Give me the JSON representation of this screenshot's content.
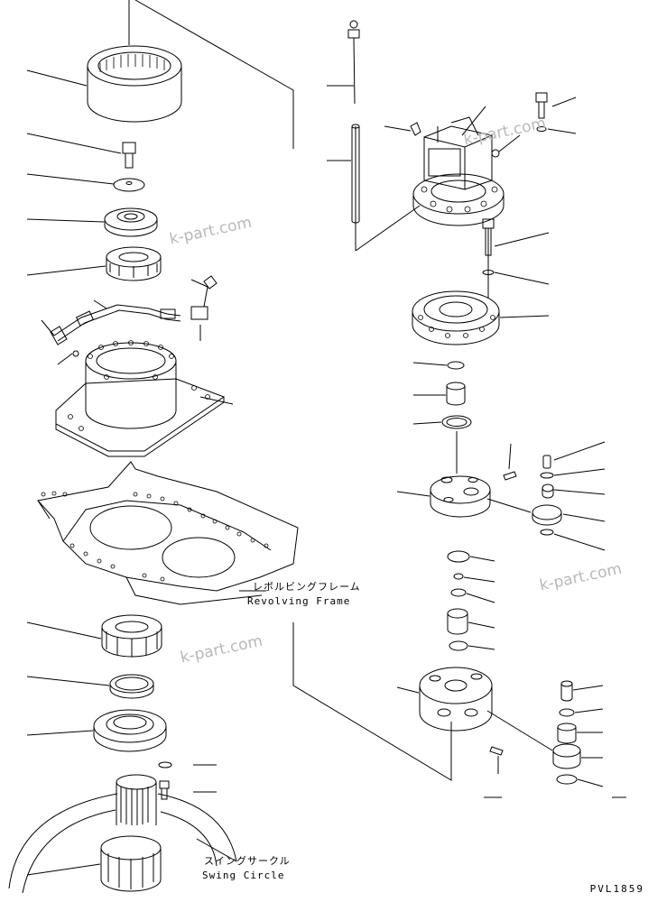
{
  "labels": {
    "revolving_frame_jp": "レボルビングフレーム",
    "revolving_frame_en": "Revolving Frame",
    "swing_circle_jp": "スイングサークル",
    "swing_circle_en": "Swing Circle"
  },
  "drawing_code": "PVL1859",
  "watermark": "k-part.com"
}
